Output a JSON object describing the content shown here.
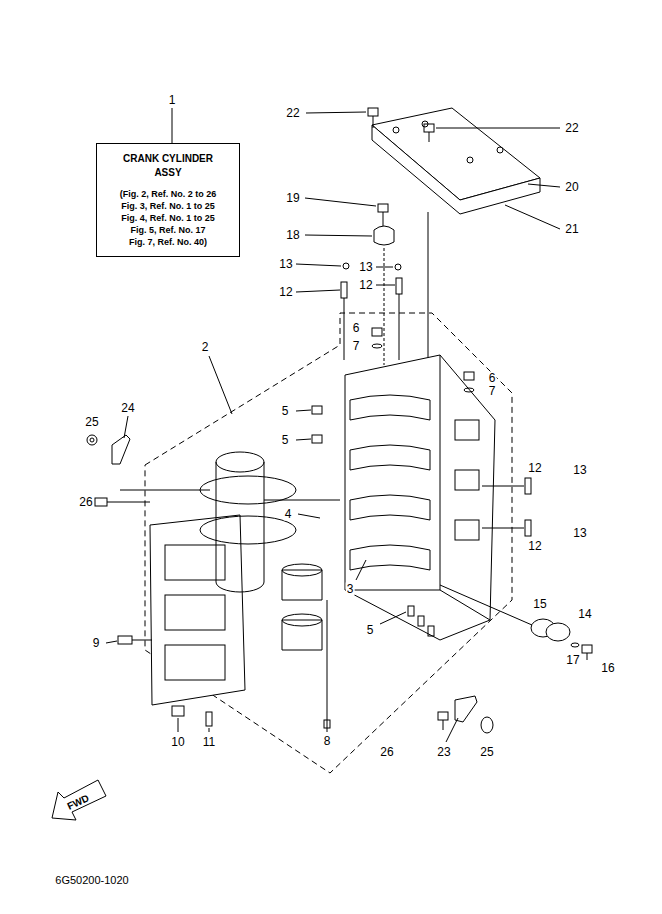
{
  "diagram": {
    "nodes": [
      {
        "text": [
          "CRANK CYLINDER ASSY",
          "(Fig. 2, Ref. No. 2 to 26",
          "Fig. 3, Ref. No. 1 to 25",
          "Fig. 4, Ref. No. 1 to 25",
          "Fig. 5, Ref. No. 17",
          "Fig. 7, Ref. No. 40)"
        ]
      }
    ],
    "labels": [
      "1",
      "22",
      "22",
      "20",
      "19",
      "21",
      "18",
      "13",
      "13",
      "12",
      "12",
      "2",
      "6",
      "7",
      "6",
      "7",
      "5",
      "5",
      "25",
      "24",
      "12",
      "13",
      "26",
      "4",
      "12",
      "13",
      "3",
      "5",
      "15",
      "14",
      "9",
      "17",
      "16",
      "8",
      "10",
      "11",
      "26",
      "23",
      "25",
      "FWD",
      "6G50200-1020"
    ]
  }
}
